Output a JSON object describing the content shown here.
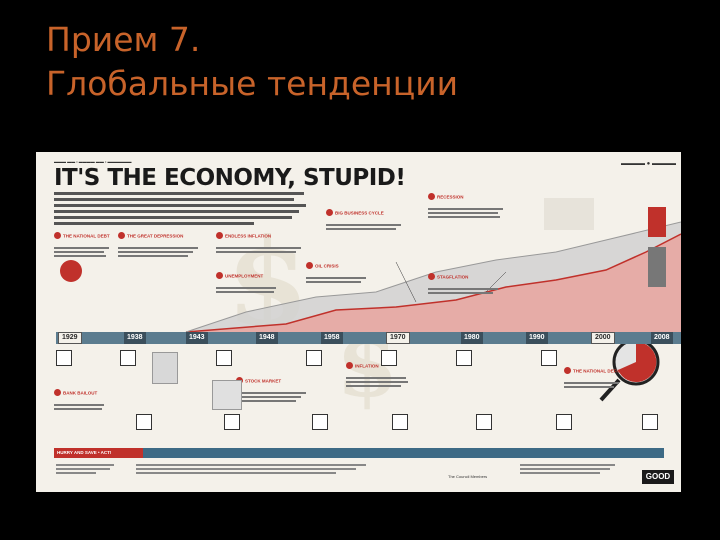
{
  "slide": {
    "title_line1": "Прием 7.",
    "title_line2": "Глобальные тенденции"
  },
  "poster": {
    "headline": "IT'S THE ECONOMY, STUPID!",
    "brand": "GOOD",
    "footer_publisher": "The Council Members",
    "bottom_strip_header": "HURRY AND SAVE • ACT!",
    "timeline_years": [
      "1929",
      "1938",
      "1943",
      "1948",
      "1958",
      "1970",
      "1980",
      "1990",
      "2000",
      "2008"
    ],
    "events": [
      {
        "label": "RECESSION"
      },
      {
        "label": "THE NATIONAL DEBT"
      },
      {
        "label": "THE GREAT DEPRESSION"
      },
      {
        "label": "BIG BUSINESS CYCLE"
      },
      {
        "label": "ENDLESS INFLATION"
      },
      {
        "label": "STAGFLATION"
      },
      {
        "label": "INFLATION"
      },
      {
        "label": "THE NATIONAL DEFICIT"
      },
      {
        "label": "BANK BAILOUT"
      },
      {
        "label": "UNEMPLOYMENT"
      },
      {
        "label": "OIL CRISIS"
      },
      {
        "label": "STOCK MARKET"
      }
    ],
    "colors": {
      "title": "#c8632a",
      "accent_red": "#c0312b",
      "timeline": "#5b7c8f",
      "paper": "#f4f1ea"
    }
  }
}
